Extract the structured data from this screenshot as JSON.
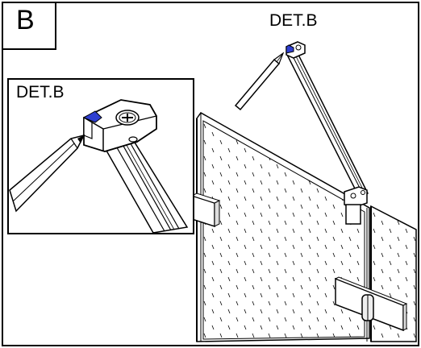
{
  "panel": {
    "step_letter": "B",
    "detail_label_main": "DET.B",
    "detail_label_inset": "DET.B"
  },
  "colors": {
    "line": "#000000",
    "background": "#ffffff",
    "highlight": "#2f3fd0"
  }
}
